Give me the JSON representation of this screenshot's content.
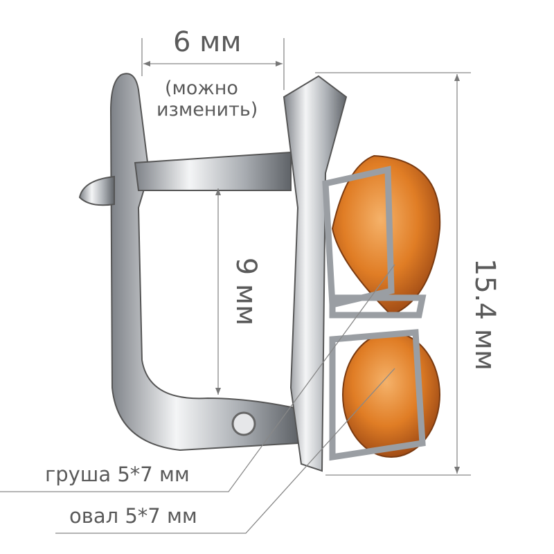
{
  "dimensions": {
    "width_label": "6 мм",
    "width_note_line1": "(можно",
    "width_note_line2": "изменить)",
    "inner_height_label": "9 мм",
    "total_height_label": "15.4 мм"
  },
  "stones": {
    "pear_label": "груша 5*7 мм",
    "oval_label": "овал 5*7 мм",
    "stone_color": "#d9741e"
  },
  "metal_color": "#c9ccd0"
}
